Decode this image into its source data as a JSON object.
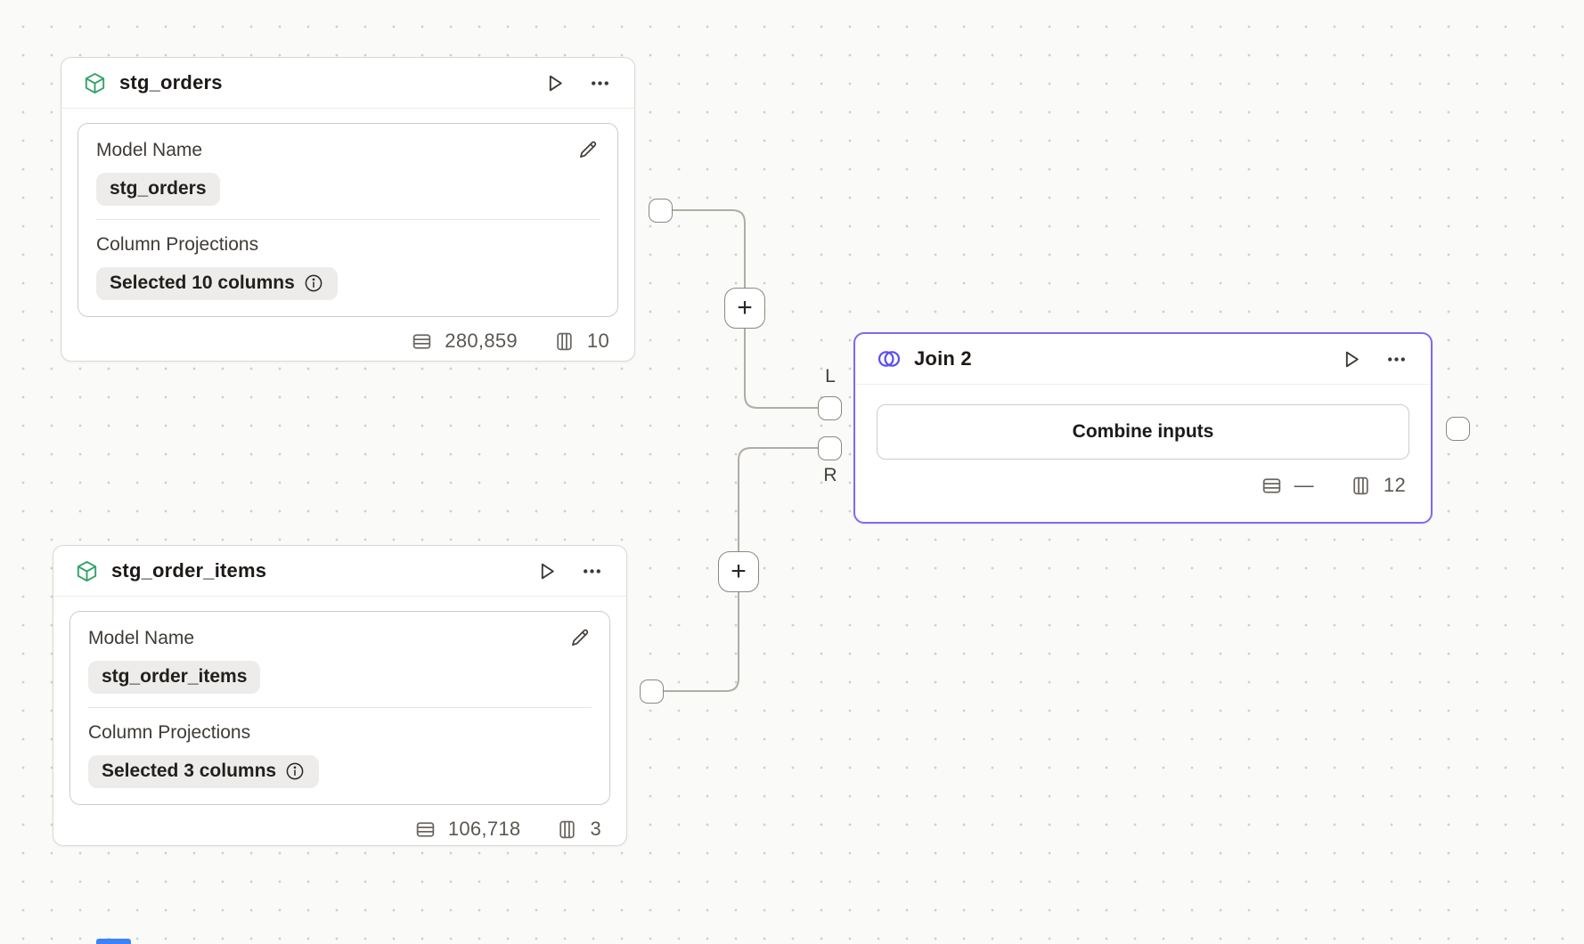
{
  "model_nodes": [
    {
      "title": "stg_orders",
      "model_name_label": "Model Name",
      "model_name_value": "stg_orders",
      "projections_label": "Column Projections",
      "projections_value": "Selected 10 columns",
      "row_count": "280,859",
      "column_count": "10"
    },
    {
      "title": "stg_order_items",
      "model_name_label": "Model Name",
      "model_name_value": "stg_order_items",
      "projections_label": "Column Projections",
      "projections_value": "Selected 3 columns",
      "row_count": "106,718",
      "column_count": "3"
    }
  ],
  "join_node": {
    "title": "Join 2",
    "combine_button_label": "Combine inputs",
    "row_count": "—",
    "column_count": "12",
    "left_port_label": "L",
    "right_port_label": "R"
  },
  "ui": {
    "add_step_label": "+"
  },
  "icons": {
    "model": "cube-icon",
    "join": "venn-diagram-icon",
    "run": "play-icon",
    "menu": "kebab-menu-icon",
    "edit": "pencil-icon",
    "info": "info-icon",
    "rows": "table-rows-icon",
    "columns": "table-columns-icon"
  },
  "colors": {
    "accent_join": "#7b6bf2",
    "join_icon": "#5a4ff0",
    "model_icon_green": "#34a269",
    "wire": "#b1aca5",
    "chip_background": "#edecea",
    "canvas_background": "#fafaf9",
    "scroll_indicator_blue": "#3b82f6"
  }
}
